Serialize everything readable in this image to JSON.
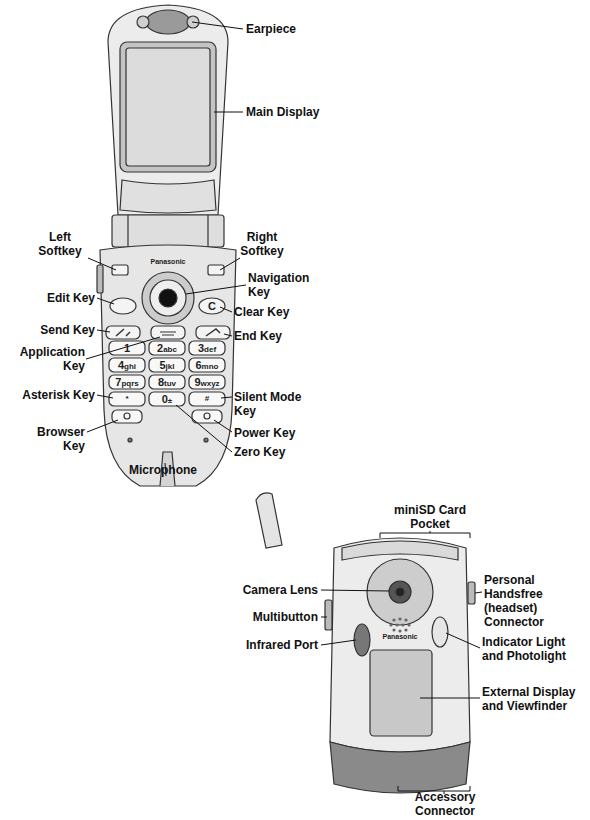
{
  "diagram": {
    "labels": [
      "Earpiece",
      "Main Display",
      "Left Softkey",
      "Right Softkey",
      "Navigation Key",
      "Edit Key",
      "Clear Key",
      "Send Key",
      "End Key",
      "Application Key",
      "Asterisk Key",
      "Silent Mode Key",
      "Browser Key",
      "Power Key",
      "Microphone",
      "Zero Key",
      "miniSD Card Pocket",
      "Camera Lens",
      "Personal Handsfree (headset) Connector",
      "Multibutton",
      "Infrared Port",
      "Indicator Light and Photolight",
      "External Display and Viewfinder",
      "Accessory Connector",
      "Panasonic",
      "C",
      "1",
      "2abc",
      "3def",
      "4ghi",
      "5jkl",
      "6mno",
      "7pqrs",
      "8tuv",
      "9wxyz",
      "*",
      "0±",
      "#",
      "Panasonic"
    ]
  }
}
